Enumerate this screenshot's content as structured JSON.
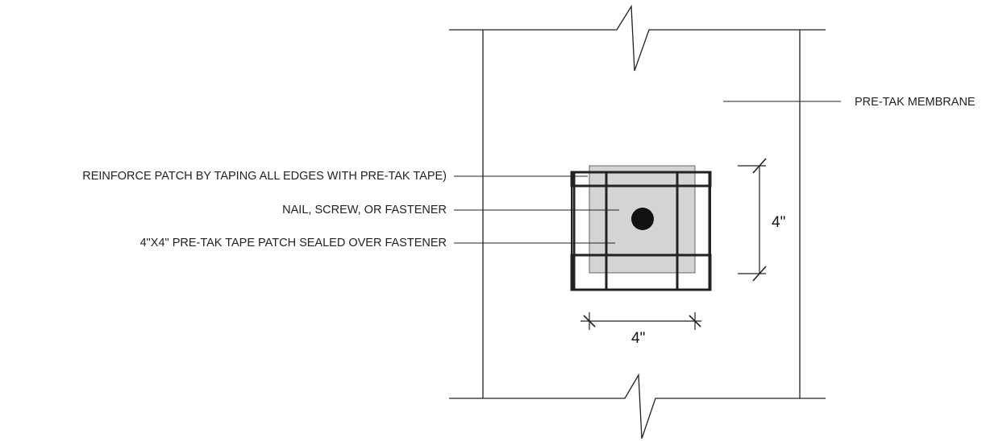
{
  "colors": {
    "line": "#222222",
    "patch_fill": "#d4d4d4",
    "fastener": "#111111",
    "background": "#ffffff"
  },
  "callouts": {
    "membrane": "PRE-TAK MEMBRANE",
    "reinforce": "REINFORCE PATCH BY TAPING ALL EDGES WITH PRE-TAK TAPE)",
    "fastener": "NAIL, SCREW, OR FASTENER",
    "patch": "4\"X4\" PRE-TAK TAPE PATCH SEALED OVER FASTENER"
  },
  "dimensions": {
    "vertical": "4\"",
    "horizontal": "4\""
  }
}
